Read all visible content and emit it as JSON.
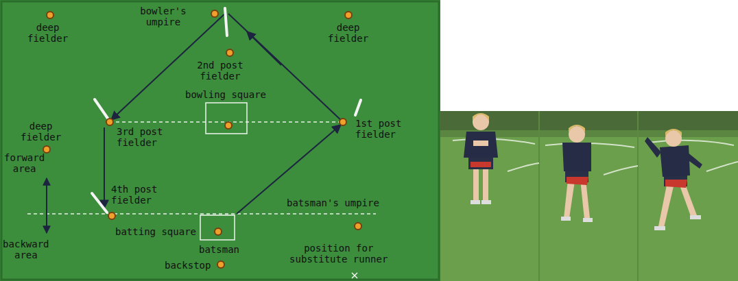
{
  "diagram": {
    "labels": [
      "bowler's umpire",
      "deep fielder",
      "deep fielder",
      "2nd post fielder",
      "bowling square",
      "deep fielder",
      "3rd post fielder",
      "1st post fielder",
      "forward area",
      "4th post fielder",
      "batsman's umpire",
      "batting square",
      "batsman",
      "position for substitute runner",
      "backward area",
      "backstop"
    ]
  }
}
